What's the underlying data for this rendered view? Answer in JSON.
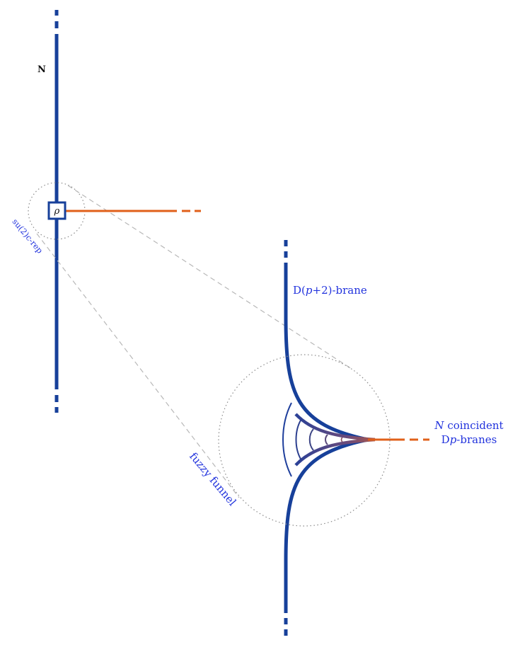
{
  "colors": {
    "brane": "#17409a",
    "string": "#e0601a",
    "text_blue": "#2233dd",
    "guide": "#b8b8b8",
    "dotted": "#8a8a8a",
    "node_stroke": "#17409a"
  },
  "labels": {
    "n_label": "N",
    "rho": "ρ",
    "su2_rep": "su(2)c-rep",
    "d_brane_prefix": "D(",
    "d_brane_p": "p",
    "d_brane_suffix": "+2)-brane",
    "n_coincident_n": "N",
    "n_coincident_rest": " coincident",
    "dp_branes_d": "D",
    "dp_branes_p": "p",
    "dp_branes_rest": "-branes",
    "fuzzy_funnel": "fuzzy funnel"
  }
}
